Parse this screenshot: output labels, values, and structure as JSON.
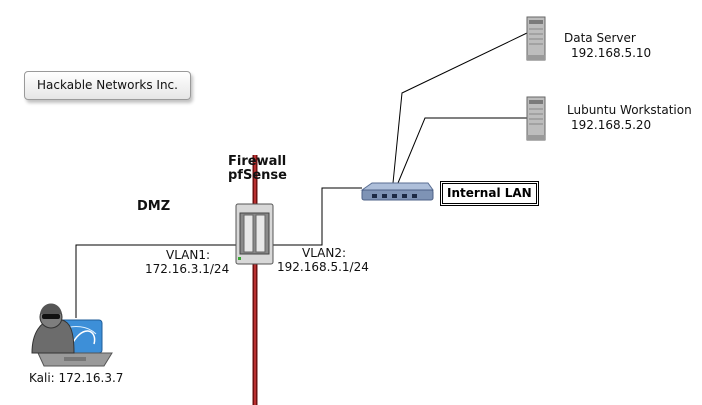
{
  "company": {
    "label": "Hackable Networks Inc."
  },
  "firewall": {
    "title": "Firewall",
    "subtitle": "pfSense"
  },
  "dmz": {
    "label": "DMZ"
  },
  "vlan1": {
    "name": "VLAN1:",
    "ip": "172.16.3.1/24"
  },
  "vlan2": {
    "name": "VLAN2:",
    "ip": "192.168.5.1/24"
  },
  "internal_lan": {
    "label": "Internal LAN"
  },
  "data_server": {
    "name": "Data Server",
    "ip": "192.168.5.10"
  },
  "workstation": {
    "name": "Lubuntu Workstation",
    "ip": "192.168.5.20"
  },
  "kali": {
    "label": "Kali: 172.16.3.7"
  },
  "colors": {
    "wall": "#8b1a1a",
    "line": "#000000",
    "switch": "#7e93b5"
  }
}
